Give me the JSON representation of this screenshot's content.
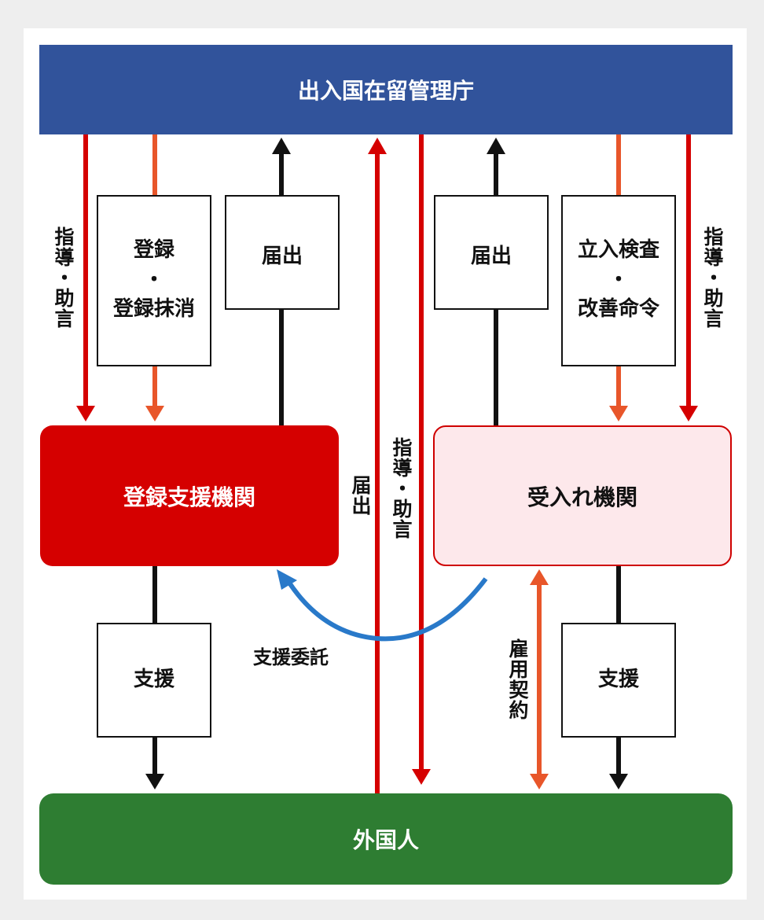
{
  "authority": "出入国在留管理庁",
  "registered_support_org": "登録支援機関",
  "receiving_org": "受入れ機関",
  "foreign_national": "外国人",
  "left_guidance_label": "指導・助言",
  "right_guidance_label": "指導・助言",
  "center_guidance_label": "指導・助言",
  "center_notification_label": "届出",
  "registration_box": {
    "line1": "登録",
    "line2": "・",
    "line3": "登録抹消"
  },
  "left_notification_box": "届出",
  "right_notification_box": "届出",
  "inspection_box": {
    "line1": "立入検査",
    "line2": "・",
    "line3": "改善命令"
  },
  "left_support_box": "支援",
  "right_support_box": "支援",
  "support_consignment_label": "支援委託",
  "employment_contract_label": "雇用契約",
  "colors": {
    "header_blue": "#31539b",
    "registered_org_red": "#d50000",
    "receiving_org_pink": "#fde8eb",
    "footer_green": "#2e7d32",
    "arrow_red": "#d50000",
    "arrow_orange": "#e8562a",
    "arrow_black": "#111111",
    "arrow_blue": "#2979c9"
  }
}
